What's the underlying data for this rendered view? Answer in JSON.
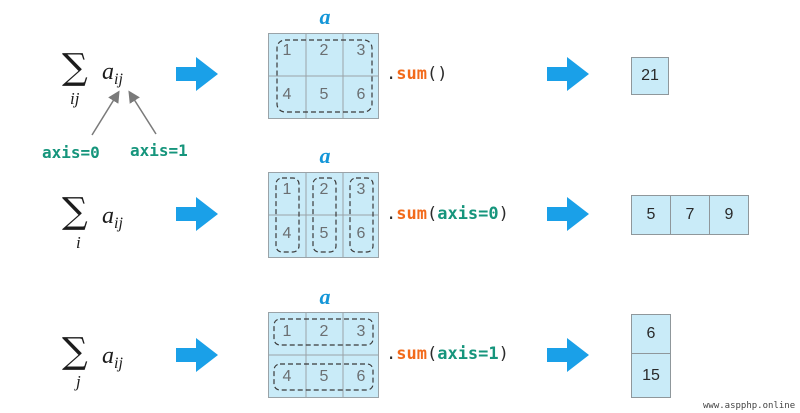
{
  "sum_symbol": "∑",
  "operand": "a",
  "operand_sub": "ij",
  "matrix_label": "a",
  "matrix_values": [
    "1",
    "2",
    "3",
    "4",
    "5",
    "6"
  ],
  "rows": [
    {
      "sum_index": "ij",
      "call": {
        "prefix": ".",
        "method": "sum",
        "open": "(",
        "arg": "",
        "close": ")"
      },
      "result": [
        "21"
      ]
    },
    {
      "sum_index": "i",
      "call": {
        "prefix": ".",
        "method": "sum",
        "open": "(",
        "arg": "axis=0",
        "close": ")"
      },
      "result": [
        "5",
        "7",
        "9"
      ]
    },
    {
      "sum_index": "j",
      "call": {
        "prefix": ".",
        "method": "sum",
        "open": "(",
        "arg": "axis=1",
        "close": ")"
      },
      "result": [
        "6",
        "15"
      ]
    }
  ],
  "annotations": {
    "axis0": "axis=0",
    "axis1": "axis=1"
  },
  "watermark": "www.aspphp.online",
  "colors": {
    "arrow": "#1aa0e8",
    "cell_fill": "#c9ebf8",
    "method": "#f26a1b",
    "axis_text": "#16957c",
    "label": "#1496d8"
  }
}
